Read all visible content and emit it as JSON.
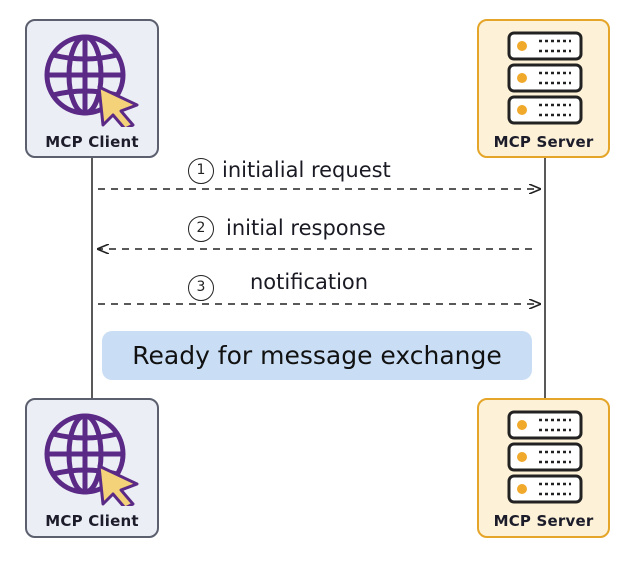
{
  "participants": {
    "client": {
      "label": "MCP Client",
      "icon": "globe-cursor-icon",
      "color": "#5b2a86",
      "cursor_color": "#f3d27a"
    },
    "server": {
      "label": "MCP Server",
      "icon": "server-rack-icon",
      "border_color": "#e5a528",
      "led_color": "#f0a92a"
    }
  },
  "messages": [
    {
      "step": "1",
      "label": "initialial request",
      "direction": "client-to-server"
    },
    {
      "step": "2",
      "label": "initial response",
      "direction": "server-to-client"
    },
    {
      "step": "3",
      "label": "notification",
      "direction": "client-to-server"
    }
  ],
  "status": {
    "text": "Ready for message exchange",
    "color": "#c9def5"
  }
}
